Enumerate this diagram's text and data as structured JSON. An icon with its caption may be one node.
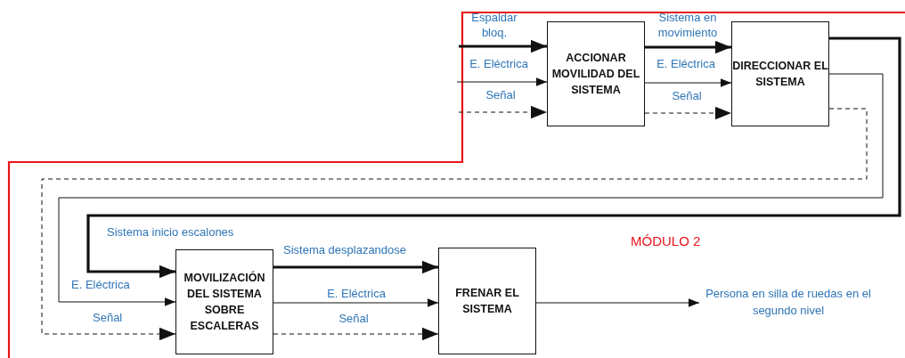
{
  "diagram": {
    "nodes": [
      {
        "text": [
          "ACCIONAR MOVILIDAD DEL SISTEMA"
        ]
      },
      {
        "text": [
          "DIRECCIONAR EL SISTEMA"
        ]
      },
      {
        "text": [
          "MOVILIZACIÓN DEL SISTEMA SOBRE ESCALERAS"
        ]
      },
      {
        "text": [
          "FRENAR EL SISTEMA"
        ]
      },
      {
        "text": [
          "Persona en silla de ruedas en el segundo nivel"
        ]
      }
    ],
    "edges": [
      {
        "from": null,
        "to": 0,
        "arrow": "to",
        "label": "Espaldar bloq.",
        "style": "thick"
      },
      {
        "from": null,
        "to": 0,
        "arrow": "to",
        "label": "E. Eléctrica"
      },
      {
        "from": null,
        "to": 0,
        "arrow": "to",
        "label": "Señal",
        "style": "dashed"
      },
      {
        "from": 0,
        "to": 1,
        "arrow": "to",
        "label": "Sistema en movimiento",
        "style": "thick"
      },
      {
        "from": 0,
        "to": 1,
        "arrow": "to",
        "label": "E. Eléctrica"
      },
      {
        "from": 0,
        "to": 1,
        "arrow": "to",
        "label": "Señal",
        "style": "dashed"
      },
      {
        "from": 1,
        "to": 2,
        "arrow": "to",
        "label": "Sistema inicio escalones",
        "style": "thick"
      },
      {
        "from": 1,
        "to": 2,
        "arrow": "to",
        "label": "E. Eléctrica"
      },
      {
        "from": 1,
        "to": 2,
        "arrow": "to",
        "label": "Señal",
        "style": "dashed"
      },
      {
        "from": 2,
        "to": 3,
        "arrow": "to",
        "label": "Sistema desplazandose",
        "style": "thick"
      },
      {
        "from": 2,
        "to": 3,
        "arrow": "to",
        "label": "E. Eléctrica"
      },
      {
        "from": 2,
        "to": 3,
        "arrow": "to",
        "label": "Señal",
        "style": "dashed"
      },
      {
        "from": 3,
        "to": 4,
        "arrow": "to"
      }
    ],
    "labels": [
      "MÓDULO 2"
    ]
  }
}
